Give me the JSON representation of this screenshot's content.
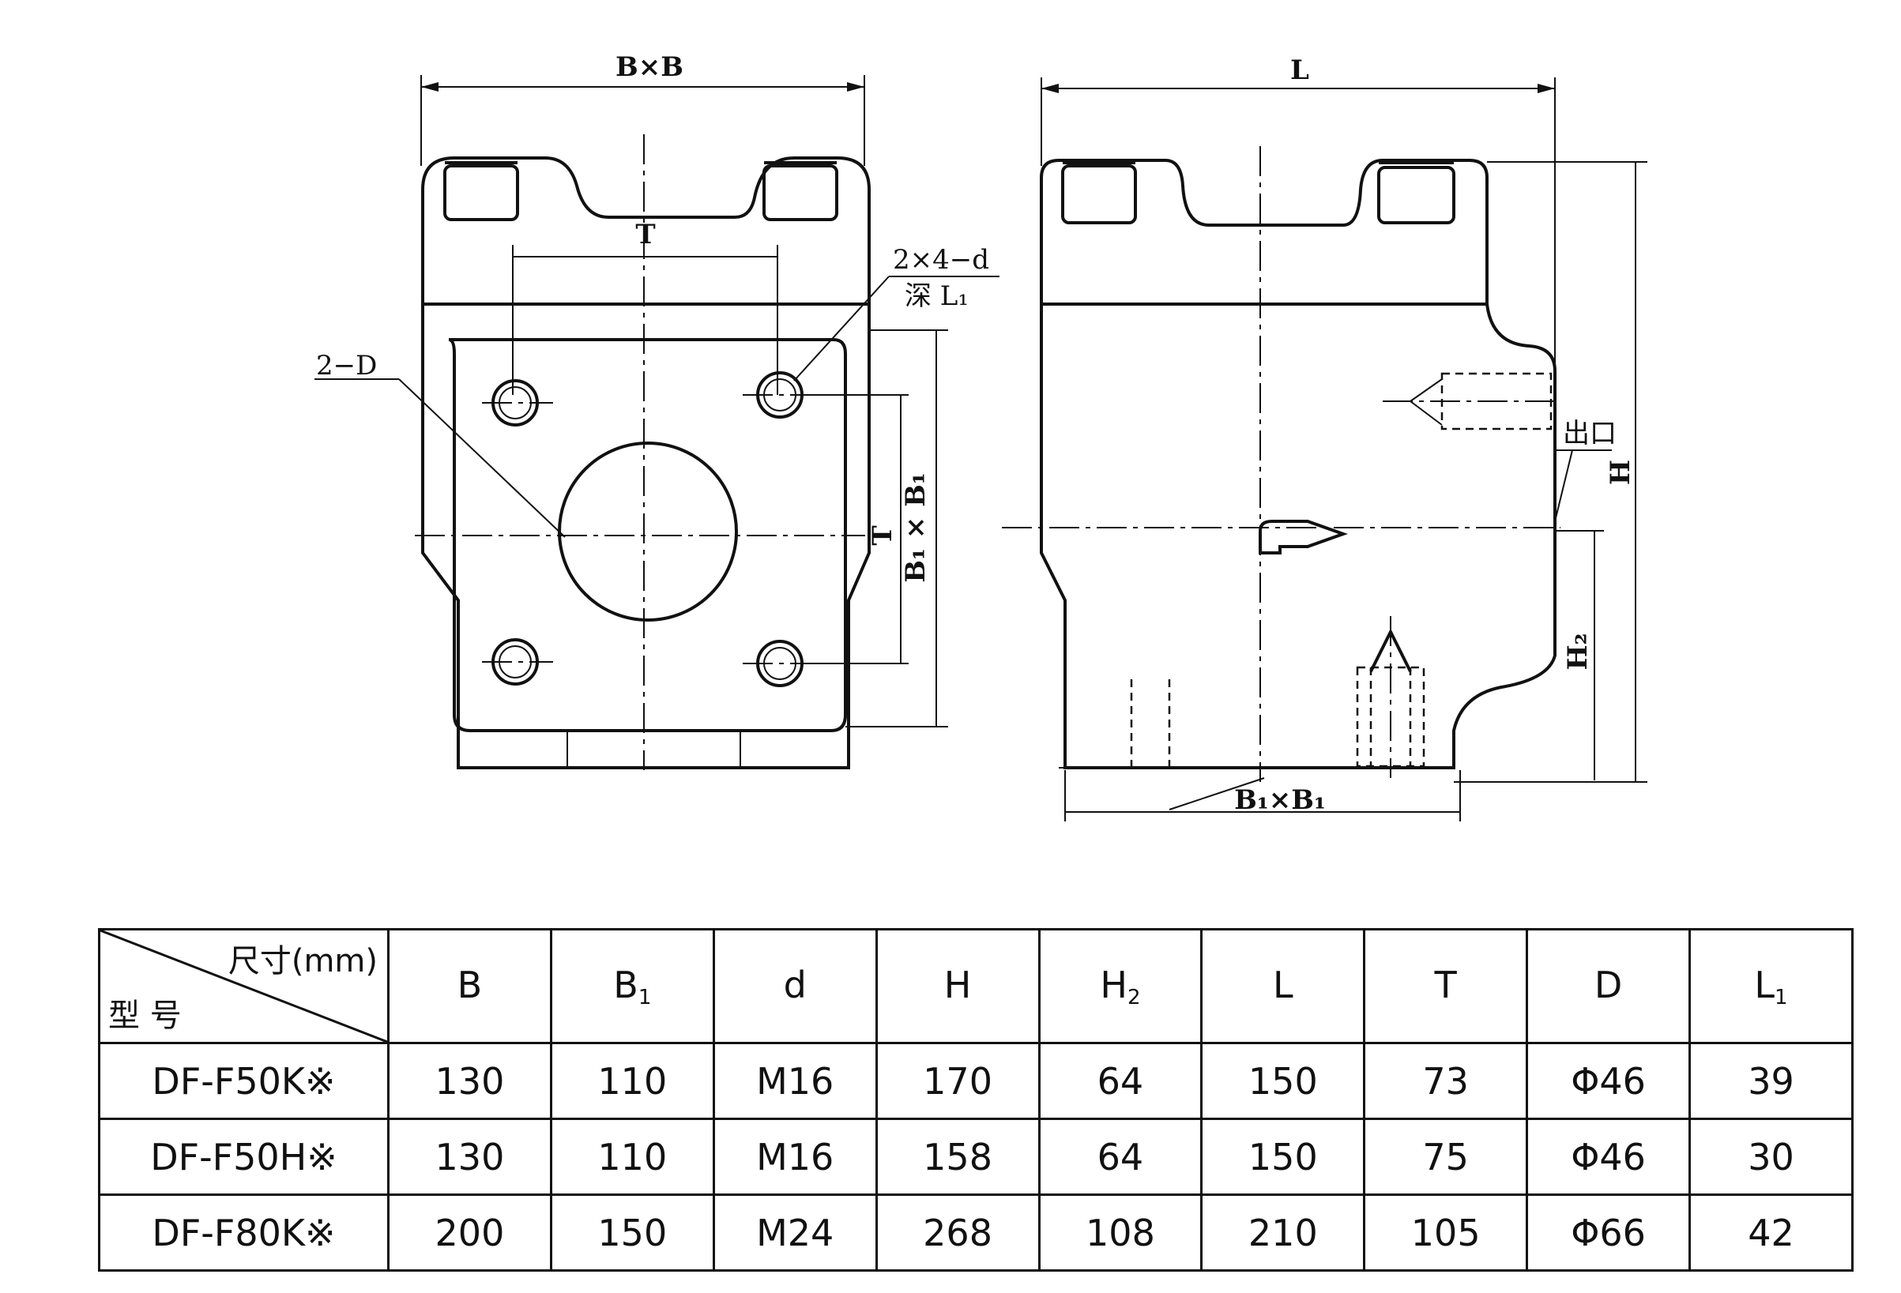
{
  "drawing": {
    "front_view": {
      "top_dim": "B×B",
      "t_label": "T",
      "hole_callout_line1": "2×4−d",
      "hole_callout_line2": "深 L₁",
      "port_callout": "2−D",
      "vertical_t": "T",
      "vertical_b1": "B₁ × B₁"
    },
    "side_view": {
      "top_dim": "L",
      "outlet_label": "出口",
      "h_label": "H",
      "h2_label": "H₂",
      "bottom_dim": "B₁×B₁"
    }
  },
  "table": {
    "corner_top": "尺寸(mm)",
    "corner_bottom": "型 号",
    "columns": [
      {
        "base": "B",
        "sub": ""
      },
      {
        "base": "B",
        "sub": "1"
      },
      {
        "base": "d",
        "sub": ""
      },
      {
        "base": "H",
        "sub": ""
      },
      {
        "base": "H",
        "sub": "2"
      },
      {
        "base": "L",
        "sub": ""
      },
      {
        "base": "T",
        "sub": ""
      },
      {
        "base": "D",
        "sub": ""
      },
      {
        "base": "L",
        "sub": "1"
      }
    ],
    "rows": [
      {
        "model": "DF-F50K※",
        "values": [
          "130",
          "110",
          "M16",
          "170",
          "64",
          "150",
          "73",
          "Φ46",
          "39"
        ]
      },
      {
        "model": "DF-F50H※",
        "values": [
          "130",
          "110",
          "M16",
          "158",
          "64",
          "150",
          "75",
          "Φ46",
          "30"
        ]
      },
      {
        "model": "DF-F80K※",
        "values": [
          "200",
          "150",
          "M24",
          "268",
          "108",
          "210",
          "105",
          "Φ66",
          "42"
        ]
      }
    ]
  }
}
